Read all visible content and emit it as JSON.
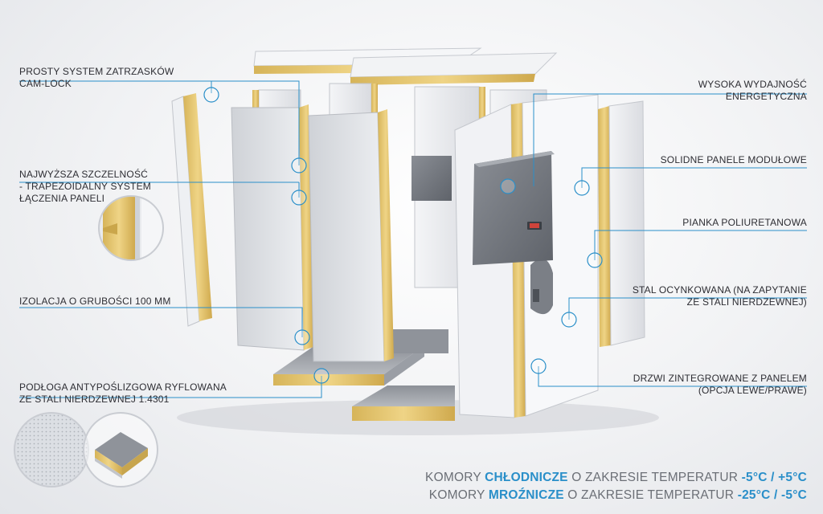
{
  "labels_left": [
    {
      "line1": "PROSTY SYSTEM ZATRZASKÓW",
      "line2": "CAM-LOCK"
    },
    {
      "line1": "NAJWYŻSZA SZCZELNOŚĆ",
      "line2": "- TRAPEZOIDALNY SYSTEM",
      "line3": "ŁĄCZENIA PANELI"
    },
    {
      "line1": "IZOLACJA O GRUBOŚCI 100 MM"
    },
    {
      "line1": "PODŁOGA ANTYPOŚLIZGOWA RYFLOWANA",
      "line2": "ZE STALI NIERDZEWNEJ 1.4301"
    }
  ],
  "labels_right": [
    {
      "line1": "WYSOKA WYDAJNOŚĆ",
      "line2": "ENERGETYCZNA"
    },
    {
      "line1": "SOLIDNE PANELE MODUŁOWE"
    },
    {
      "line1": "PIANKA POLIURETANOWA"
    },
    {
      "line1": "STAL OCYNKOWANA (NA ZAPYTANIE",
      "line2": "ZE STALI NIERDZEWNEJ)"
    },
    {
      "line1": "DRZWI ZINTEGROWANE Z PANELEM",
      "line2": "(OPCJA LEWE/PRAWE)"
    }
  ],
  "temperature": {
    "line1": {
      "prefix": "KOMORY",
      "highlight": "CHŁODNICZE",
      "middle": "O ZAKRESIE TEMPERATUR",
      "range": "-5°C / +5°C"
    },
    "line2": {
      "prefix": "KOMORY",
      "highlight": "MROŹNICZE",
      "middle": "O ZAKRESIE TEMPERATUR",
      "range": "-25°C / -5°C"
    }
  },
  "colors": {
    "accent": "#2a8fc9",
    "line": "#2a8fc9",
    "foam": "#e2c46a",
    "text": "#2d2d33"
  }
}
